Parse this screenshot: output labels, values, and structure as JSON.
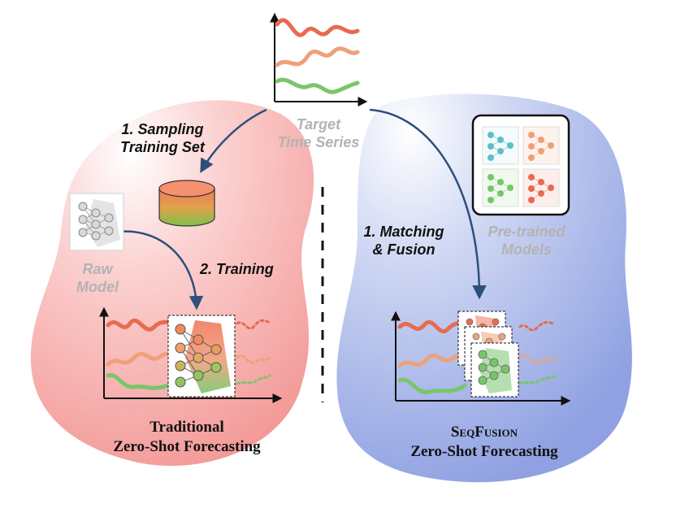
{
  "labels": {
    "target": "Target",
    "target_line2": "Time Series",
    "sampling": "1. Sampling",
    "sampling_line2": "Training Set",
    "raw": "Raw",
    "raw_line2": "Model",
    "training": "2. Training",
    "matching": "1. Matching",
    "matching_line2": "& Fusion",
    "pretrained": "Pre-trained",
    "pretrained_line2": "Models"
  },
  "titles": {
    "left_line1": "Traditional",
    "left_line2": "Zero-Shot Forecasting",
    "right_line1": "SeqFusion",
    "right_line2": "Zero-Shot Forecasting"
  },
  "colors": {
    "left_region": "#f6a3a1",
    "right_region": "#a4b3e8",
    "series_red": "#e86a4f",
    "series_orange": "#eea07a",
    "series_green": "#78c66a",
    "model_blue": "#5bbfc9",
    "arrow": "#2d4f7c"
  }
}
